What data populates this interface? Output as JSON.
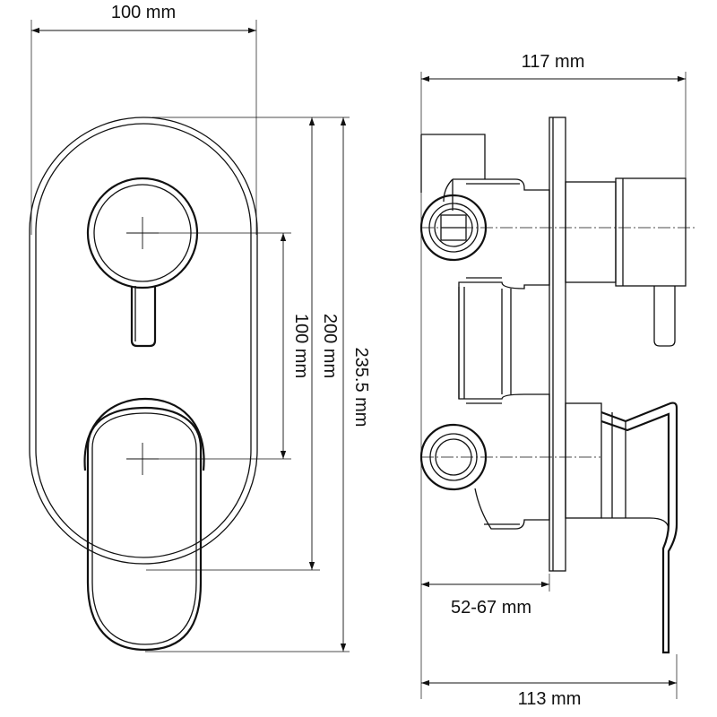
{
  "dimensions": {
    "front_width": "100 mm",
    "side_top_width": "117 mm",
    "centers_distance": "100 mm",
    "plate_height": "200 mm",
    "overall_height": "235.5 mm",
    "wall_depth": "52-67 mm",
    "side_bottom_width": "113 mm"
  }
}
